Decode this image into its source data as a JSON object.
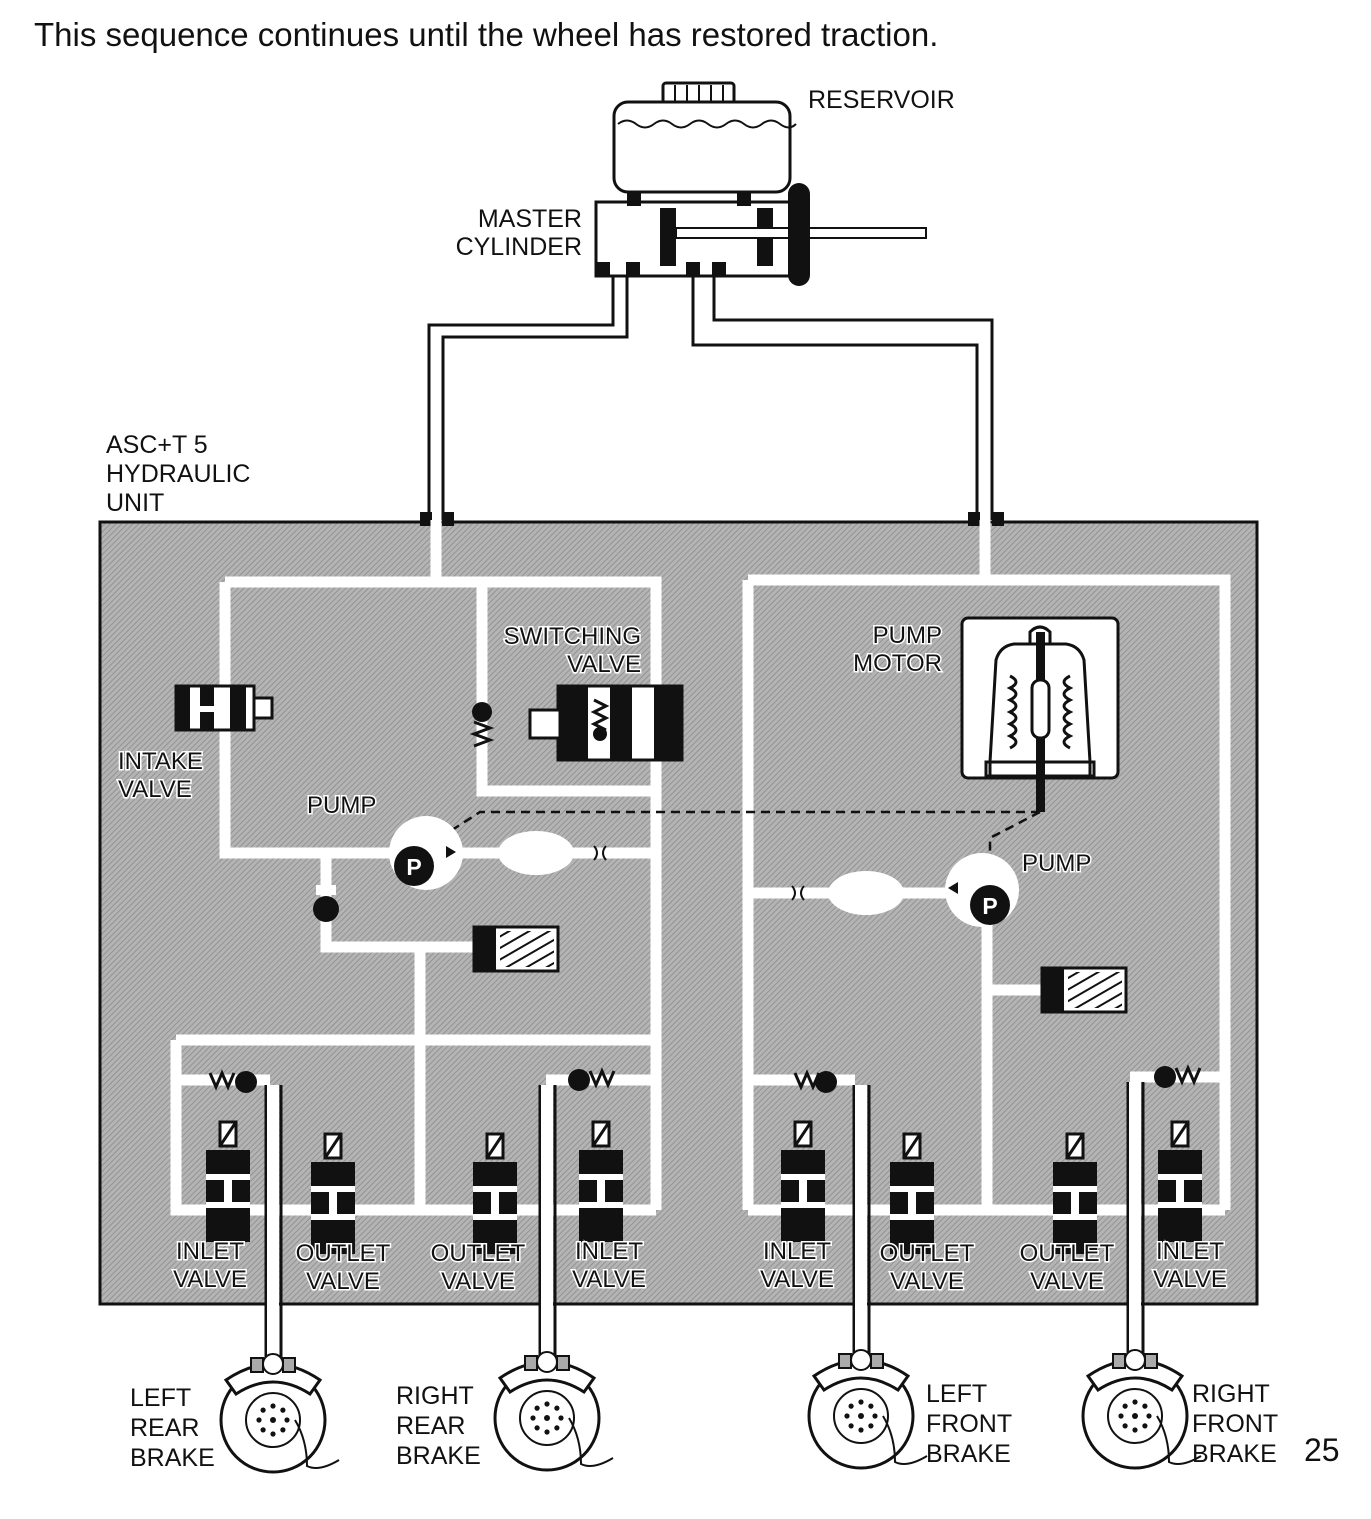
{
  "caption": "This sequence continues until the wheel has restored traction.",
  "page_number": "25",
  "labels": {
    "reservoir": "RESERVOIR",
    "master_cylinder": [
      "MASTER",
      "CYLINDER"
    ],
    "hydraulic_unit": [
      "ASC+T 5",
      "HYDRAULIC",
      "UNIT"
    ],
    "switching_valve": [
      "SWITCHING",
      "VALVE"
    ],
    "pump_motor": [
      "PUMP",
      "MOTOR"
    ],
    "intake_valve": [
      "INTAKE",
      "VALVE"
    ],
    "pump_left": "PUMP",
    "pump_right": "PUMP",
    "pump_symbol": "P"
  },
  "valves": [
    {
      "line1": "INLET",
      "line2": "VALVE"
    },
    {
      "line1": "OUTLET",
      "line2": "VALVE"
    },
    {
      "line1": "OUTLET",
      "line2": "VALVE"
    },
    {
      "line1": "INLET",
      "line2": "VALVE"
    },
    {
      "line1": "INLET",
      "line2": "VALVE"
    },
    {
      "line1": "OUTLET",
      "line2": "VALVE"
    },
    {
      "line1": "OUTLET",
      "line2": "VALVE"
    },
    {
      "line1": "INLET",
      "line2": "VALVE"
    }
  ],
  "brakes": [
    {
      "line1": "LEFT",
      "line2": "REAR",
      "line3": "BRAKE"
    },
    {
      "line1": "RIGHT",
      "line2": "REAR",
      "line3": "BRAKE"
    },
    {
      "line1": "LEFT",
      "line2": "FRONT",
      "line3": "BRAKE"
    },
    {
      "line1": "RIGHT",
      "line2": "FRONT",
      "line3": "BRAKE"
    }
  ],
  "colors": {
    "unit_fill": "#a9a9a9",
    "line_white": "#ffffff",
    "ink": "#111111"
  }
}
